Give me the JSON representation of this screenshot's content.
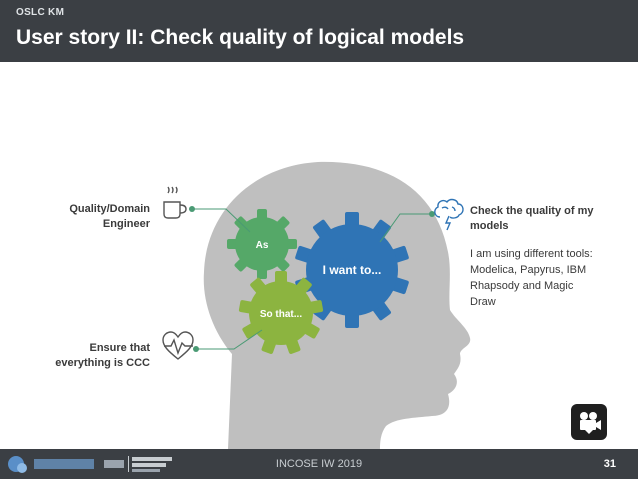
{
  "header": {
    "kicker": "OSLC KM",
    "title": "User story II: Check quality of logical models"
  },
  "gears": {
    "as": "As",
    "want": "I want to...",
    "so_that": "So that..."
  },
  "left": {
    "role": [
      "Quality/Domain",
      "Engineer"
    ],
    "benefit": [
      "Ensure that",
      "everything is CCC"
    ]
  },
  "right": {
    "goal": [
      "Check the quality of my",
      "models"
    ],
    "details": [
      "I am using different tools:",
      "Modelica, Papyrus, IBM",
      "Rhapsody and Magic",
      "Draw"
    ]
  },
  "footer": {
    "center": "INCOSE IW 2019",
    "page": "31"
  },
  "colors": {
    "header_bg": "#3b3f44",
    "gear_green": "#55a868",
    "gear_blue": "#2f74b5",
    "gear_olive": "#8cb440",
    "head_gray": "#bfbfbf",
    "connector": "#4a9a74"
  },
  "icons": [
    "coffee-cup-icon",
    "heart-rate-icon",
    "brain-storm-icon",
    "video-camera-icon"
  ]
}
